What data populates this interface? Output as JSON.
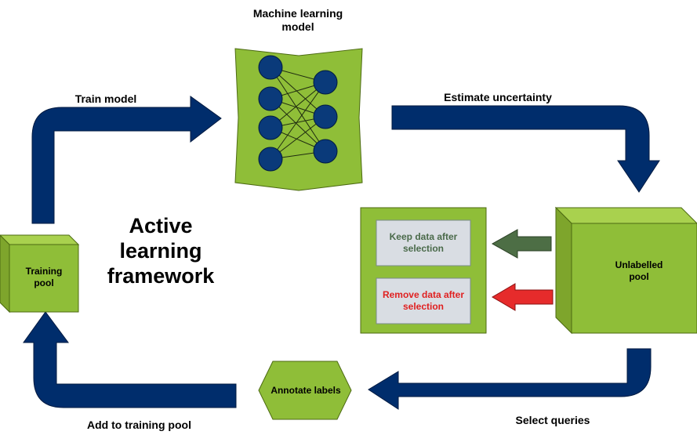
{
  "title": "Active learning framework",
  "nodes": {
    "ml_model": "Machine learning model",
    "training_pool": "Training pool",
    "unlabelled_pool": "Unlabelled pool",
    "annotate": "Annotate labels",
    "keep": "Keep data after selection",
    "remove": "Remove data after selection"
  },
  "edges": {
    "train": "Train model",
    "estimate": "Estimate uncertainty",
    "select": "Select queries",
    "add": "Add to training pool"
  },
  "colors": {
    "navy": "#002d6c",
    "green": "#8fbe38",
    "keep_text": "#4a6a4a",
    "remove_text": "#e02020",
    "keep_arrow": "#4d6e45",
    "remove_arrow": "#e62b2b"
  }
}
